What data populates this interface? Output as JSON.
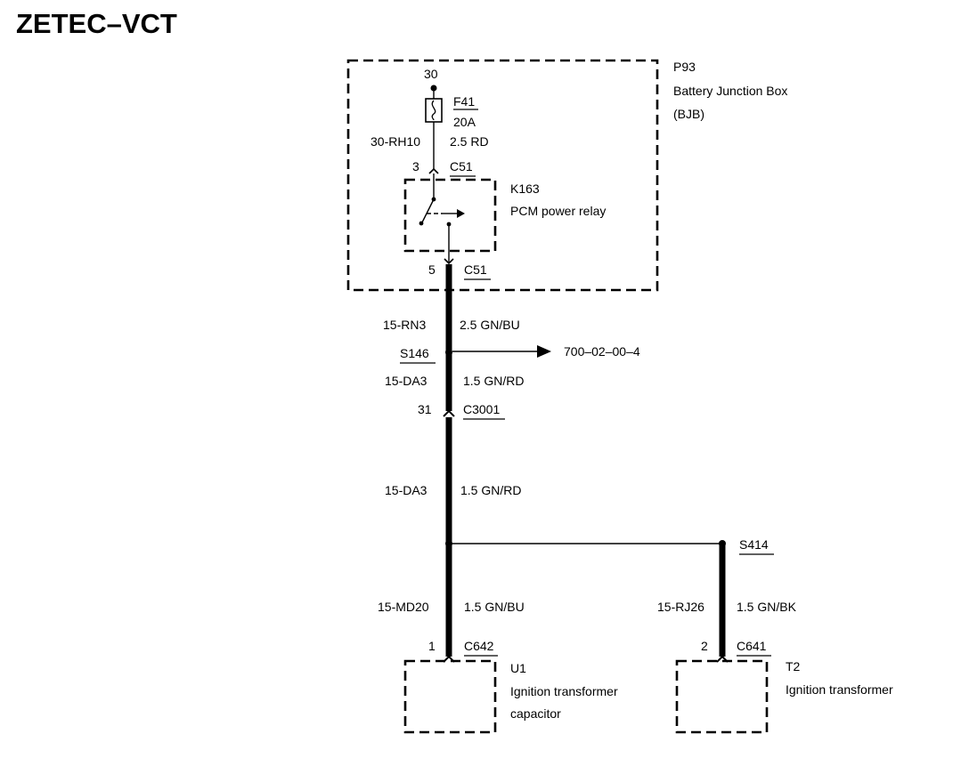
{
  "title": "ZETEC–VCT",
  "bjb": {
    "id": "P93",
    "name_line1": "Battery Junction Box",
    "name_line2": "(BJB)"
  },
  "fuse": {
    "terminal": "30",
    "id": "F41",
    "rating": "20A"
  },
  "wire_top": {
    "circuit": "30-RH10",
    "spec": "2.5 RD"
  },
  "relay": {
    "id": "K163",
    "name": "PCM power relay",
    "pin_in": "3",
    "pin_out": "5",
    "connector": "C51"
  },
  "wire_rn3": {
    "circuit": "15-RN3",
    "spec": "2.5 GN/BU"
  },
  "splice_s146": {
    "id": "S146",
    "ref": "700–02–00–4"
  },
  "wire_da3_a": {
    "circuit": "15-DA3",
    "spec": "1.5 GN/RD"
  },
  "connector_c3001": {
    "pin": "31",
    "id": "C3001"
  },
  "wire_da3_b": {
    "circuit": "15-DA3",
    "spec": "1.5 GN/RD"
  },
  "splice_s414": {
    "id": "S414"
  },
  "wire_md20": {
    "circuit": "15-MD20",
    "spec": "1.5 GN/BU"
  },
  "wire_rj26": {
    "circuit": "15-RJ26",
    "spec": "1.5 GN/BK"
  },
  "u1": {
    "pin": "1",
    "connector": "C642",
    "id": "U1",
    "name_line1": "Ignition transformer",
    "name_line2": "capacitor"
  },
  "t2": {
    "pin": "2",
    "connector": "C641",
    "id": "T2",
    "name": "Ignition transformer"
  }
}
